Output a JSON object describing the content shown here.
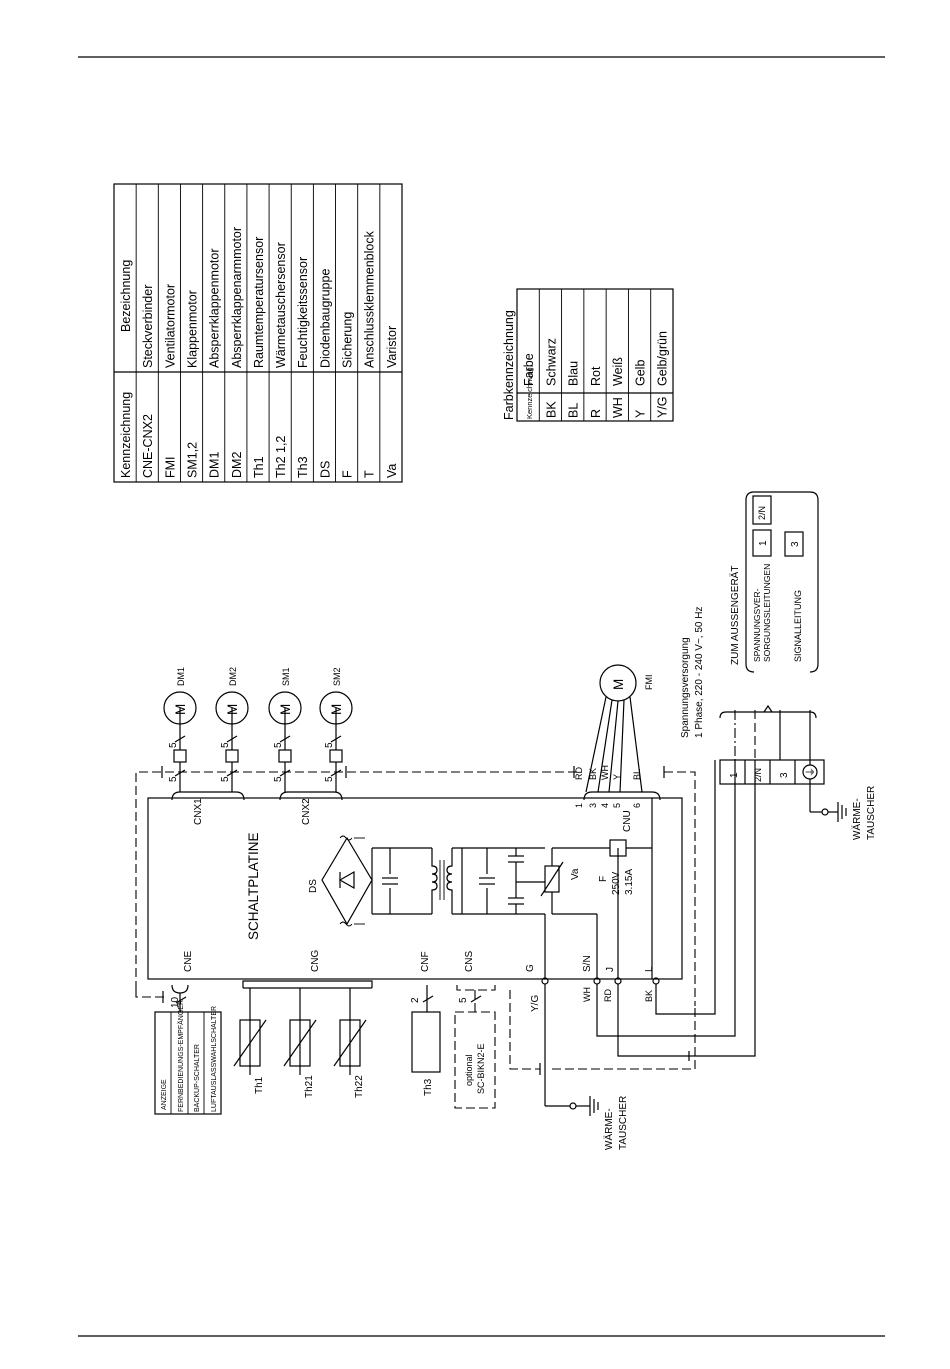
{
  "legend": {
    "header_code": "Kennzeichnung",
    "header_name": "Bezeichnung",
    "rows": [
      {
        "code": "CNE-CNX2",
        "name": "Steckverbinder"
      },
      {
        "code": "FMI",
        "name": "Ventilatormotor"
      },
      {
        "code": "SM1,2",
        "name": "Klappenmotor"
      },
      {
        "code": "DM1",
        "name": "Absperrklappenmotor"
      },
      {
        "code": "DM2",
        "name": "Absperrklappenarmmotor"
      },
      {
        "code": "Th1",
        "name": "Raumtemperatursensor"
      },
      {
        "code": "Th2 1,2",
        "name": "Wärmetauschersensor"
      },
      {
        "code": "Th3",
        "name": "Feuchtigkeitssensor"
      },
      {
        "code": "DS",
        "name": "Diodenbaugruppe"
      },
      {
        "code": "F",
        "name": "Sicherung"
      },
      {
        "code": "T",
        "name": "Anschlussklemmenblock"
      },
      {
        "code": "Va",
        "name": "Varistor"
      }
    ]
  },
  "colors": {
    "title": "Farbkennzeichnung",
    "header_code": "Kennzeichnung",
    "header_name": "Farbe",
    "rows": [
      {
        "code": "BK",
        "name": "Schwarz"
      },
      {
        "code": "BL",
        "name": "Blau"
      },
      {
        "code": "R",
        "name": "Rot"
      },
      {
        "code": "WH",
        "name": "Weiß"
      },
      {
        "code": "Y",
        "name": "Gelb"
      },
      {
        "code": "Y/G",
        "name": "Gelb/grün"
      }
    ]
  },
  "board": {
    "title": "SCHALTPLATINE",
    "connectors": {
      "cnx1": "CNX1",
      "cnx2": "CNX2",
      "cnu": "CNU",
      "cne": "CNE",
      "cng": "CNG",
      "cnf": "CNF",
      "cns": "CNS",
      "g": "G",
      "sn": "S/N",
      "j": "J",
      "l": "L"
    },
    "ds": "DS",
    "va": "Va",
    "fuse": {
      "f": "F",
      "v": "250V",
      "a": "3.15A"
    },
    "cnu_pins": [
      "1",
      "3",
      "4",
      "5",
      "6"
    ],
    "cnu_wires": [
      "RD",
      "BK",
      "WH",
      "Y",
      "BL"
    ],
    "wire_wh": "WH",
    "wire_rd": "RD",
    "wire_bk": "BK",
    "wire_yg": "Y/G"
  },
  "motors": {
    "dm1": "DM1",
    "dm2": "DM2",
    "sm1": "SM1",
    "sm2": "SM2",
    "fm": "FMI",
    "m": "M",
    "pins": "5"
  },
  "sensors": {
    "th1": "Th1",
    "th21": "Th21",
    "th22": "Th22",
    "th3": "Th3",
    "cne_pins": "10",
    "cnf_pins": "2",
    "cns_pins": "5"
  },
  "display_box": {
    "lines": [
      "ANZEIGE",
      "FERNBEDIENUNGS-EMPFÄNGER",
      "BACKUP-SCHALTER",
      "LUFTAUSLASSWAHLSCHALTER"
    ]
  },
  "optional_box": {
    "line1": "optional",
    "line2": "SC-BIKN2-E"
  },
  "supply": {
    "line1": "Spannungsversorgung",
    "line2": "1 Phase, 220 - 240 V~, 50 Hz"
  },
  "outdoor": {
    "title": "ZUM AUSSENGERÄT",
    "supply_label_1": "SPANNUNGSVER-",
    "supply_label_2": "SORGUNGSLEITUNGEN",
    "signal_label": "SIGNALLEITUNG",
    "term_1": "1",
    "term_2n": "2/N",
    "term_3": "3"
  },
  "terminal": {
    "t1": "1",
    "t2n": "2/N",
    "t3": "3",
    "earth": "⏚"
  },
  "exchanger": {
    "line1": "WÄRME-",
    "line2": "TAUSCHER"
  }
}
